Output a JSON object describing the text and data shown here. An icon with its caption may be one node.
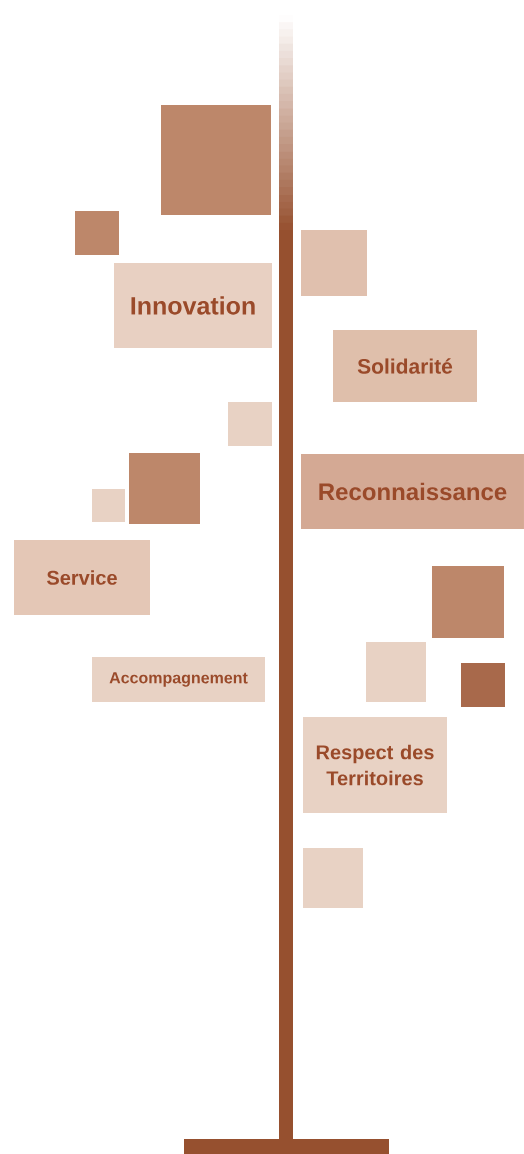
{
  "diagram": {
    "nodes": [
      {
        "text": [],
        "shape": "box"
      },
      {
        "text": [],
        "shape": "box"
      },
      {
        "text": [],
        "shape": "box"
      },
      {
        "text": [
          "Innovation"
        ]
      },
      {
        "text": [
          "Solidarité"
        ]
      },
      {
        "text": [],
        "shape": "box"
      },
      {
        "text": [],
        "shape": "box"
      },
      {
        "text": [
          "Reconnaissance"
        ]
      },
      {
        "text": [],
        "shape": "box"
      },
      {
        "text": [
          "Service"
        ]
      },
      {
        "text": [],
        "shape": "box"
      },
      {
        "text": [],
        "shape": "box"
      },
      {
        "text": [],
        "shape": "box"
      },
      {
        "text": [
          "Accompagnement"
        ]
      },
      {
        "text": [
          "Respect des Territoires"
        ]
      },
      {
        "text": [],
        "shape": "box"
      }
    ]
  }
}
